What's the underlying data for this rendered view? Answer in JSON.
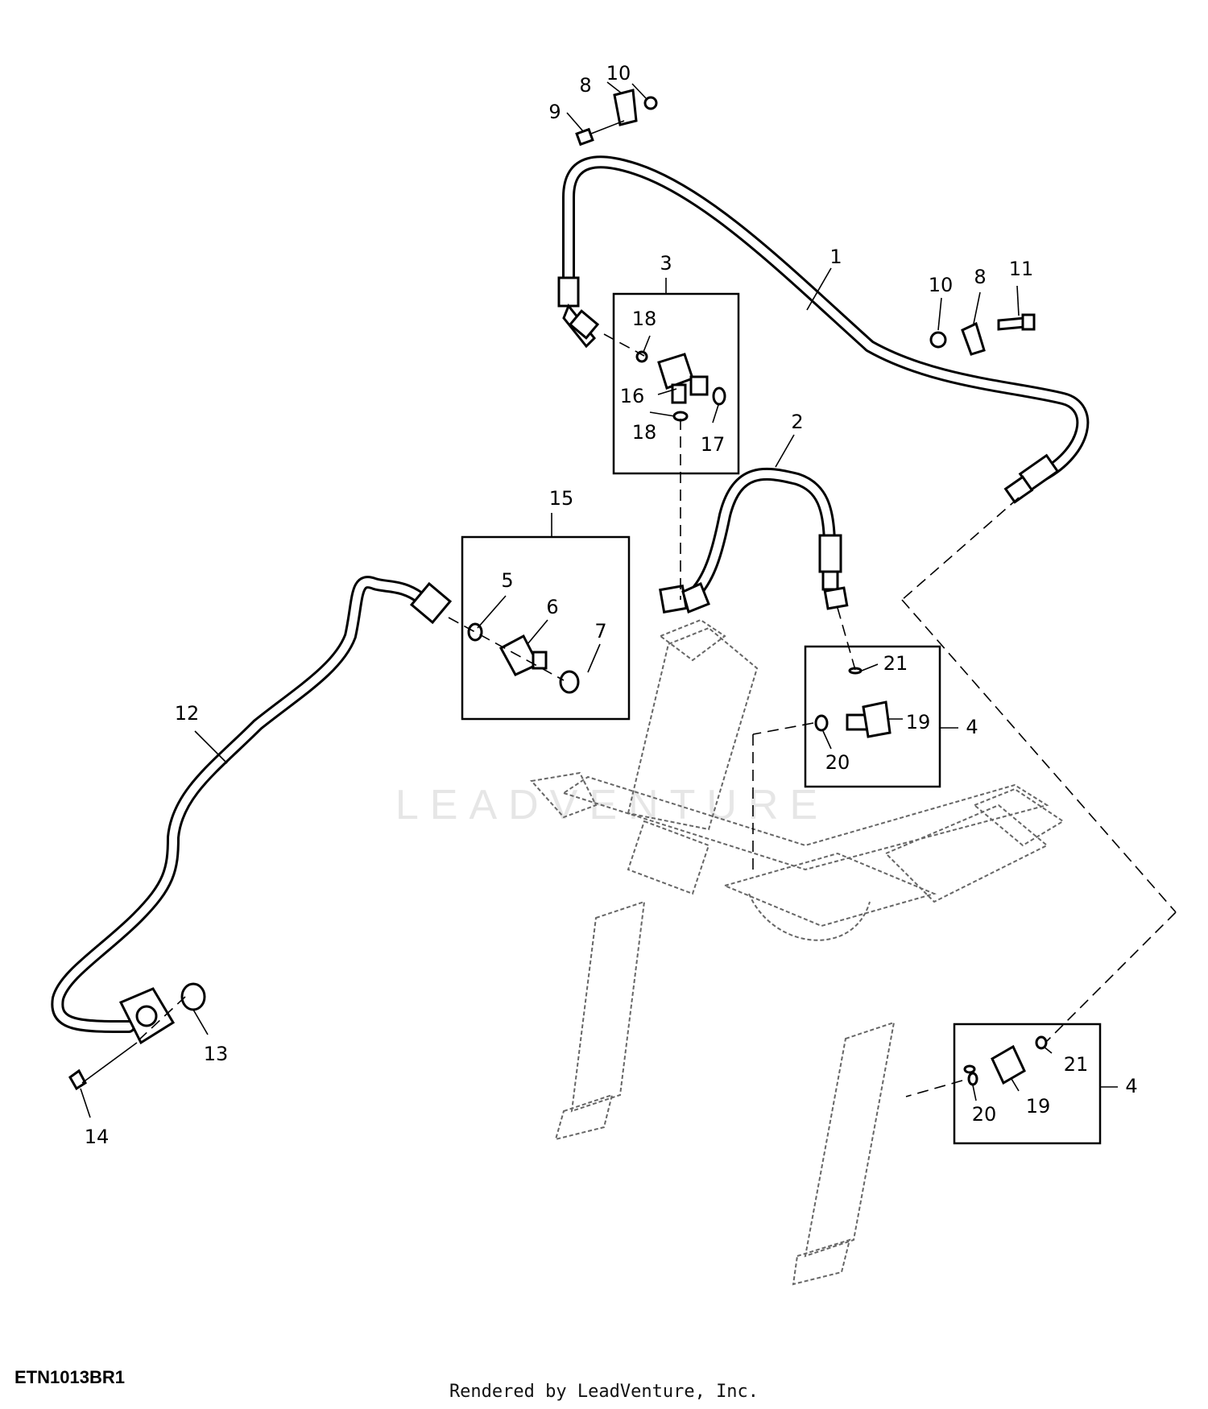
{
  "diagram": {
    "code": "ETN1013BR1",
    "rendered_by": "Rendered by LeadVenture, Inc.",
    "watermark": "LEADVENTURE",
    "callouts": [
      {
        "id": "c1",
        "text": "1"
      },
      {
        "id": "c2",
        "text": "2"
      },
      {
        "id": "c3",
        "text": "3"
      },
      {
        "id": "c4a",
        "text": "4"
      },
      {
        "id": "c4b",
        "text": "4"
      },
      {
        "id": "c5",
        "text": "5"
      },
      {
        "id": "c6",
        "text": "6"
      },
      {
        "id": "c7",
        "text": "7"
      },
      {
        "id": "c8a",
        "text": "8"
      },
      {
        "id": "c8b",
        "text": "8"
      },
      {
        "id": "c9",
        "text": "9"
      },
      {
        "id": "c10a",
        "text": "10"
      },
      {
        "id": "c10b",
        "text": "10"
      },
      {
        "id": "c11",
        "text": "11"
      },
      {
        "id": "c12",
        "text": "12"
      },
      {
        "id": "c13",
        "text": "13"
      },
      {
        "id": "c14",
        "text": "14"
      },
      {
        "id": "c15",
        "text": "15"
      },
      {
        "id": "c16",
        "text": "16"
      },
      {
        "id": "c17",
        "text": "17"
      },
      {
        "id": "c18a",
        "text": "18"
      },
      {
        "id": "c18b",
        "text": "18"
      },
      {
        "id": "c19a",
        "text": "19"
      },
      {
        "id": "c19b",
        "text": "19"
      },
      {
        "id": "c20a",
        "text": "20"
      },
      {
        "id": "c20b",
        "text": "20"
      },
      {
        "id": "c21a",
        "text": "21"
      },
      {
        "id": "c21b",
        "text": "21"
      }
    ]
  }
}
